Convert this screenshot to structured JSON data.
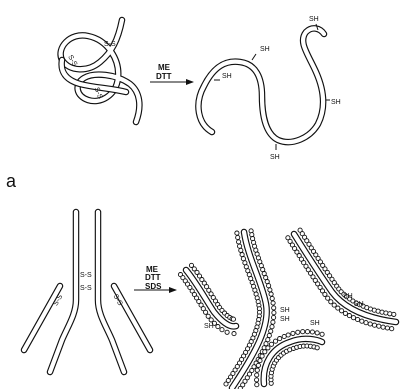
{
  "panel_label": "a",
  "top_reaction": {
    "reagents": [
      "ME",
      "DTT"
    ],
    "folded_bond_labels": [
      "S-S",
      "S-S",
      "S-S"
    ],
    "reduced_labels": [
      "SH",
      "SH",
      "SH",
      "SH",
      "SH"
    ]
  },
  "bottom_reaction": {
    "reagents": [
      "ME",
      "DTT",
      "SDS"
    ],
    "antibody_bond_labels": [
      "S-S",
      "S-S",
      "S-S",
      "S-S"
    ],
    "chain_labels": [
      "SH",
      "SH",
      "SH",
      "SH",
      "SH",
      "SH"
    ]
  }
}
